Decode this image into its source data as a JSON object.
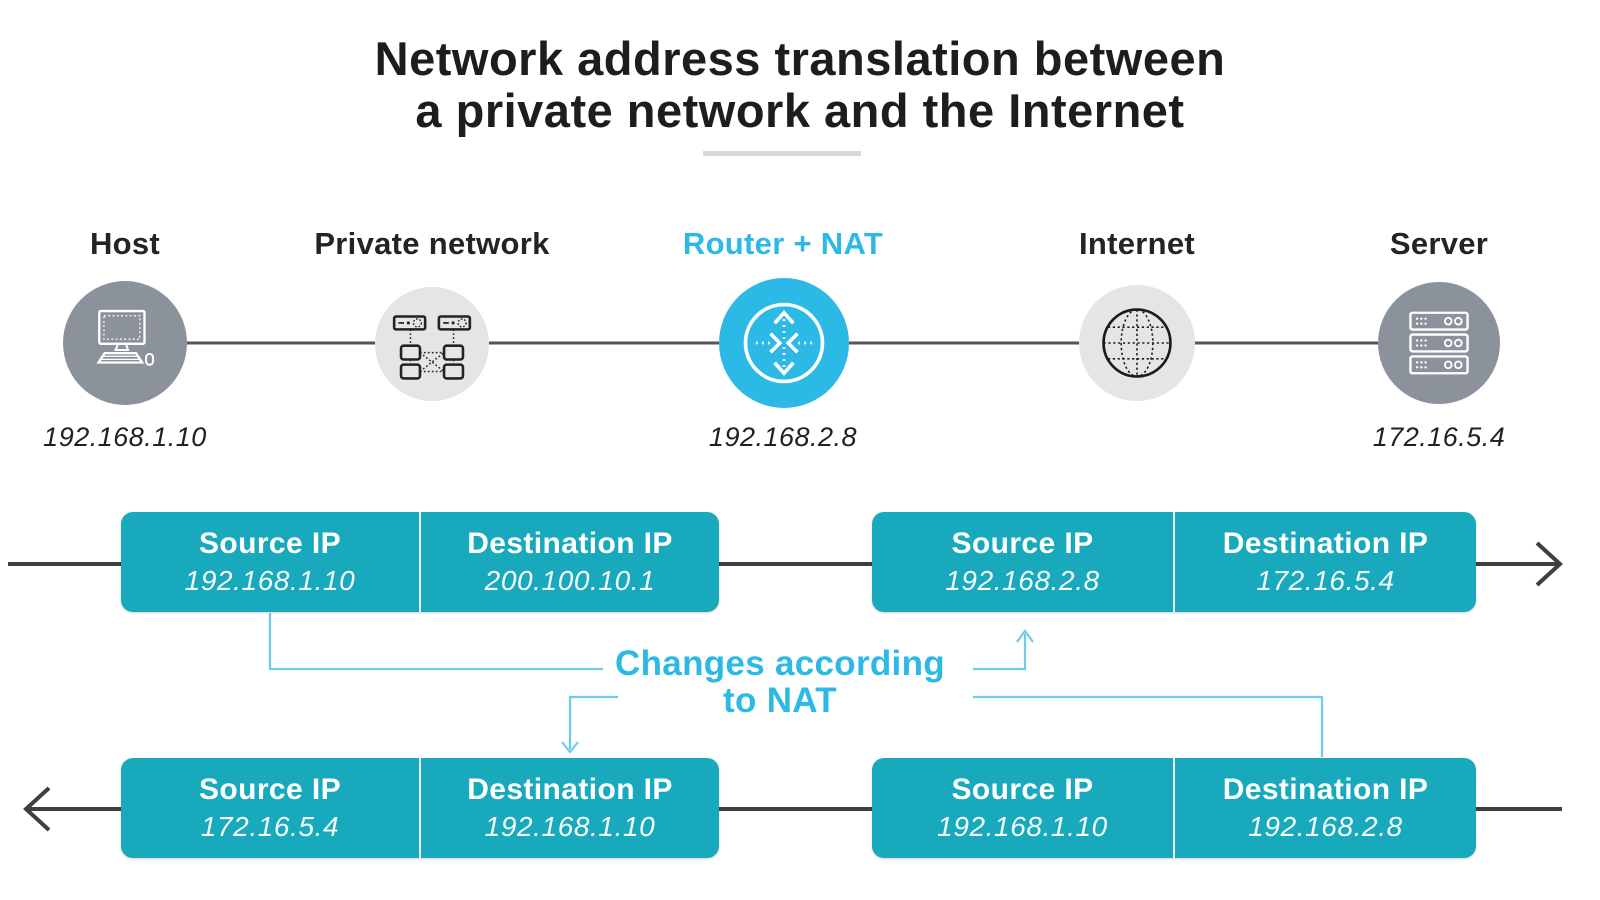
{
  "title": {
    "line1": "Network address translation between",
    "line2": "a private network and the Internet"
  },
  "nodes": [
    {
      "label": "Host",
      "ip": "192.168.1.10",
      "icon": "computer-icon"
    },
    {
      "label": "Private network",
      "icon": "lan-devices-icon"
    },
    {
      "label": "Router + NAT",
      "ip": "192.168.2.8",
      "icon": "router-arrows-icon"
    },
    {
      "label": "Internet",
      "icon": "globe-icon"
    },
    {
      "label": "Server",
      "ip": "172.16.5.4",
      "icon": "server-stack-icon"
    }
  ],
  "flows": [
    {
      "position": "top-left",
      "cells": [
        {
          "label": "Source IP",
          "ip": "192.168.1.10"
        },
        {
          "label": "Destination IP",
          "ip": "200.100.10.1"
        }
      ]
    },
    {
      "position": "top-right",
      "cells": [
        {
          "label": "Source IP",
          "ip": "192.168.2.8"
        },
        {
          "label": "Destination IP",
          "ip": "172.16.5.4"
        }
      ]
    },
    {
      "position": "bottom-left",
      "cells": [
        {
          "label": "Source IP",
          "ip": "172.16.5.4"
        },
        {
          "label": "Destination IP",
          "ip": "192.168.1.10"
        }
      ]
    },
    {
      "position": "bottom-right",
      "cells": [
        {
          "label": "Source IP",
          "ip": "192.168.1.10"
        },
        {
          "label": "Destination IP",
          "ip": "192.168.2.8"
        }
      ]
    }
  ],
  "annotation": {
    "line1": "Changes according",
    "line2": "to NAT"
  },
  "colors": {
    "box_teal": "#18A9BC",
    "accent_cyan": "#2CB9E6",
    "connector_cyan": "#6FCBEA",
    "node_dark_gray": "#8C929B",
    "node_light_gray": "#E4E5E6",
    "trunk_line_gray": "#55565A",
    "arrow_dark": "#3E3F41",
    "title_text": "#1D1D1F",
    "divider_gray": "#D8D8D8"
  }
}
